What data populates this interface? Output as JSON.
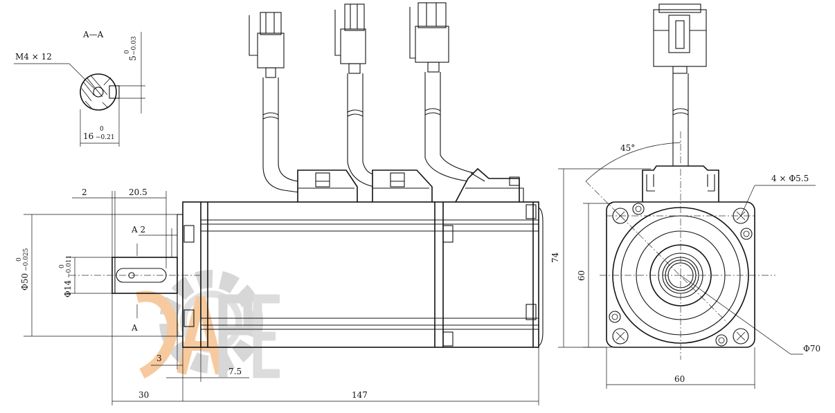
{
  "section": {
    "title": "A—A",
    "screw": "M4 × 12",
    "key_width": "5",
    "key_width_tol_top": "0",
    "key_width_tol_bottom": "−0.03",
    "shaft_cut": "16",
    "shaft_cut_tol_top": "0",
    "shaft_cut_tol_bottom": "−0.21"
  },
  "side_view": {
    "dim_2": "2",
    "dim_20_5": "20.5",
    "dim_a2": "A 2",
    "dim_3": "3",
    "dim_7_5": "7.5",
    "dim_30": "30",
    "dim_147": "147",
    "dia_50": "Φ50",
    "dia_50_tol_top": "0",
    "dia_50_tol_bottom": "−0.025",
    "dia_14": "Φ14",
    "dia_14_tol_top": "0",
    "dia_14_tol_bottom": "−0.011",
    "section_mark": "A"
  },
  "front_view": {
    "angle": "45°",
    "holes": "4 × Φ5.5",
    "dim_74": "74",
    "dim_60_v": "60",
    "dim_60_h": "60",
    "dia_70": "Φ70"
  },
  "watermark": {
    "color_orange": "#f0a050",
    "color_gray": "#b8b8b8"
  }
}
